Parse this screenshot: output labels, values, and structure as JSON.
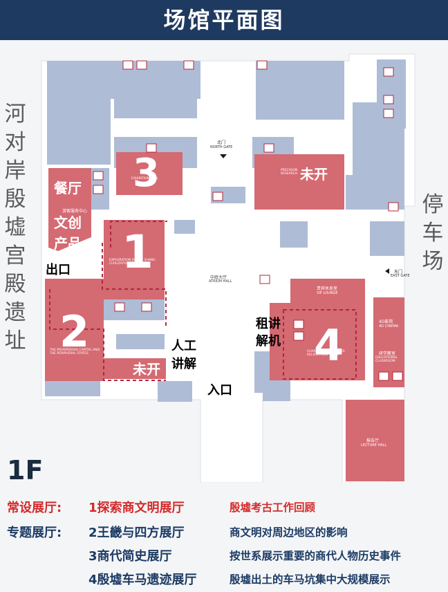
{
  "title": "场馆平面图",
  "floor": "1F",
  "side_left": "河对岸殷墟宫殿遗址",
  "side_right": "停车场",
  "exit_label": "出口",
  "entrance_label": "入口",
  "north_gate": {
    "cn": "北门",
    "en": "NORTH GATE"
  },
  "east_gate": {
    "cn": "东门",
    "en": "EAST GATE"
  },
  "atrium": {
    "cn": "中庭大厅",
    "en": "ATRIUM HALL"
  },
  "vip": {
    "cn": "贵宾休息室",
    "en": "VIP LOUNGE"
  },
  "cinema": {
    "cn": "4D影院",
    "en": "4D CINEMA"
  },
  "classroom": {
    "cn": "研学教室",
    "en": "EDUCATIONAL CLASSROOM"
  },
  "lecture": {
    "cn": "报告厅",
    "en": "LECTURE HALL"
  },
  "service_center": "游客服务中心",
  "hall1_en": "EXPLORATION OF THE SHANG CIVILIZATION HALL",
  "hall2_en": "THE PROSPEROUS CAPITAL AND THE PERIPHERAL STATES",
  "hall3_en": "EXHIBITION HALL",
  "hall4_en": "CHARIOTS AND HORSES RELICS FROM YINXU",
  "precision_en": "PRECISION RESEARCH",
  "annotations": {
    "restaurant": "餐厅",
    "cultural_1": "文创",
    "cultural_2": "产品",
    "not_open_1": "未开",
    "not_open_2": "未开",
    "manual_1": "人工",
    "manual_2": "讲解",
    "rent_1": "租讲",
    "rent_2": "解机",
    "n1": "1",
    "n2": "2",
    "n3": "3",
    "n4": "4"
  },
  "legend": [
    {
      "category": "常设展厅:",
      "name": "1探索商文明展厅",
      "desc": "殷墟考古工作回顾"
    },
    {
      "category": "专题展厅:",
      "name": "2王畿与四方展厅",
      "desc": "商文明对周边地区的影响"
    },
    {
      "category": "",
      "name": "3商代简史展厅",
      "desc": "按世系展示重要的商代人物历史事件"
    },
    {
      "category": "",
      "name": "4殷墟车马遗迹展厅",
      "desc": "殷墟出土的车马坑集中大规模展示"
    }
  ],
  "colors": {
    "title_bg": "#1f3a60",
    "hall_red": "#d46a72",
    "room_blue": "#aebcd6",
    "accent_red": "#d42a2a",
    "navy": "#1b3a63"
  }
}
